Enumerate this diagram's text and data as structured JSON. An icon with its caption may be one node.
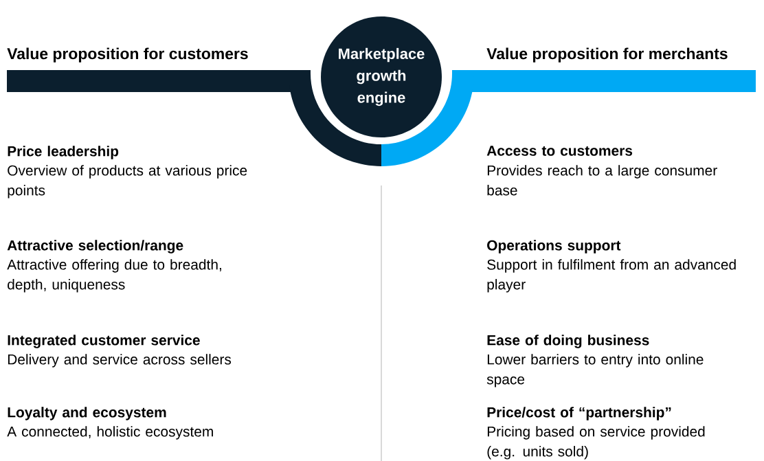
{
  "diagram": {
    "nodes": [
      {
        "text": [
          "Value proposition for customers"
        ]
      },
      {
        "text": [
          "Marketplace growth engine"
        ]
      },
      {
        "text": [
          "Value proposition for merchants"
        ]
      }
    ],
    "labels": [
      "Price leadership",
      "Overview of products at various price points",
      "Attractive selection/range",
      "Attractive offering due to  breadth, depth, uniqueness",
      "Integrated customer service",
      "Delivery and service across sellers",
      "Loyalty and ecosystem",
      "A connected, holistic ecosystem",
      "Access to customers",
      "Provides reach to a large consumer base",
      "Operations support",
      "Support in fulfilment from an advanced player",
      "Ease of doing business",
      "Lower barriers to entry into online space",
      "Price/cost of “partnership”",
      "Pricing based on service provided (e.g. units sold)"
    ]
  }
}
